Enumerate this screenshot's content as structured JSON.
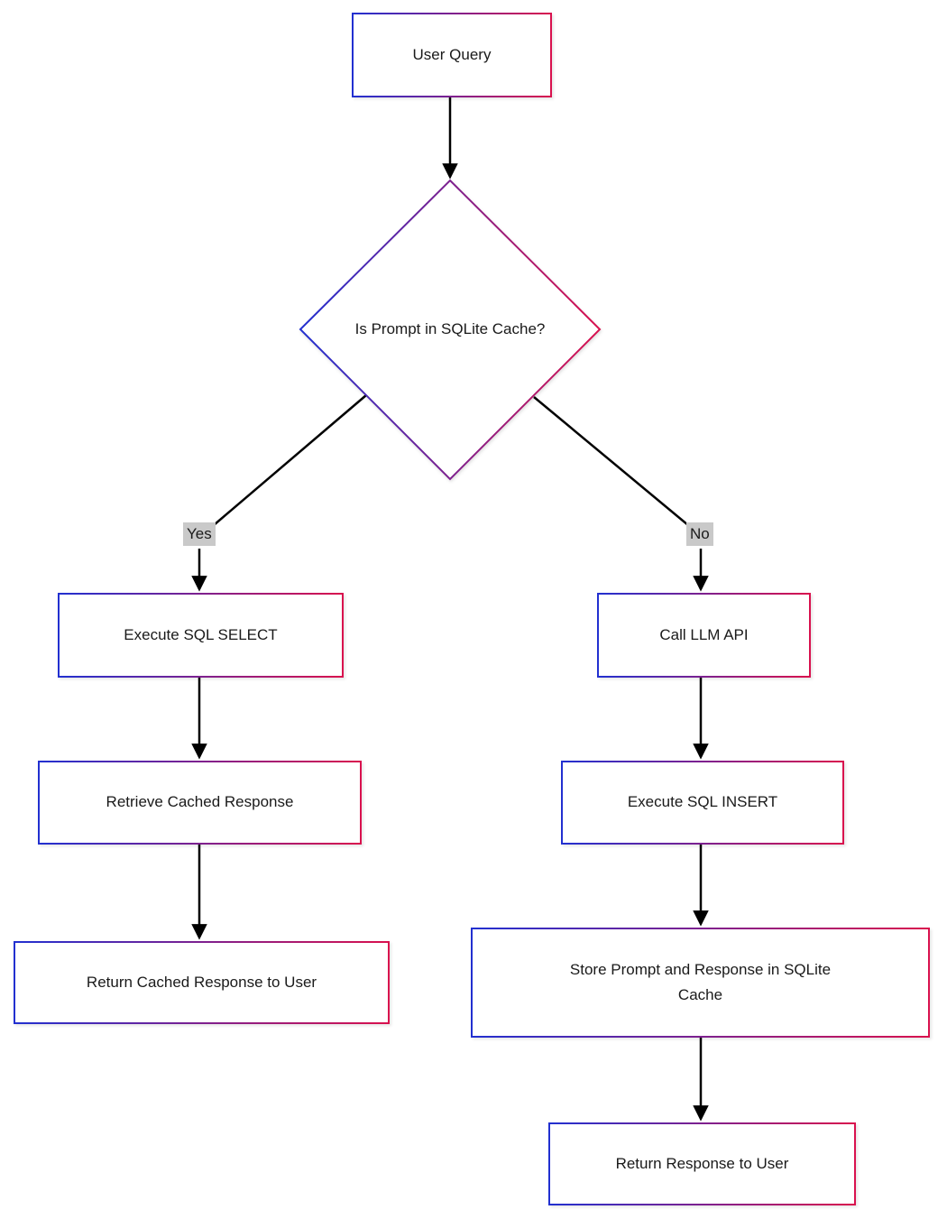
{
  "diagram": {
    "title": "LLM SQLite cache flowchart",
    "colors": {
      "gradient_start": "#2230d0",
      "gradient_end": "#d9114e",
      "line_color": "#000000",
      "label_bg": "#c9c9c9",
      "node_fill": "#ffffff",
      "text_color": "#1a1a1a"
    },
    "nodes": {
      "user_query": {
        "label": "User Query",
        "type": "process"
      },
      "cache_check": {
        "label": "Is Prompt in SQLite Cache?",
        "type": "decision"
      },
      "execute_select": {
        "label": "Execute SQL SELECT",
        "type": "process"
      },
      "call_llm": {
        "label": "Call LLM API",
        "type": "process"
      },
      "retrieve_cached": {
        "label": "Retrieve Cached Response",
        "type": "process"
      },
      "execute_insert": {
        "label": "Execute SQL INSERT",
        "type": "process"
      },
      "return_cached": {
        "label": "Return Cached Response to User",
        "type": "process"
      },
      "store_prompt": {
        "label": "Store Prompt and Response in SQLite Cache",
        "type": "process"
      },
      "return_response": {
        "label": "Return Response to User",
        "type": "process"
      }
    },
    "edge_labels": {
      "yes": "Yes",
      "no": "No"
    },
    "edges": [
      {
        "from": "user_query",
        "to": "cache_check",
        "label": ""
      },
      {
        "from": "cache_check",
        "to": "execute_select",
        "label": "Yes"
      },
      {
        "from": "cache_check",
        "to": "call_llm",
        "label": "No"
      },
      {
        "from": "execute_select",
        "to": "retrieve_cached",
        "label": ""
      },
      {
        "from": "retrieve_cached",
        "to": "return_cached",
        "label": ""
      },
      {
        "from": "call_llm",
        "to": "execute_insert",
        "label": ""
      },
      {
        "from": "execute_insert",
        "to": "store_prompt",
        "label": ""
      },
      {
        "from": "store_prompt",
        "to": "return_response",
        "label": ""
      }
    ]
  }
}
